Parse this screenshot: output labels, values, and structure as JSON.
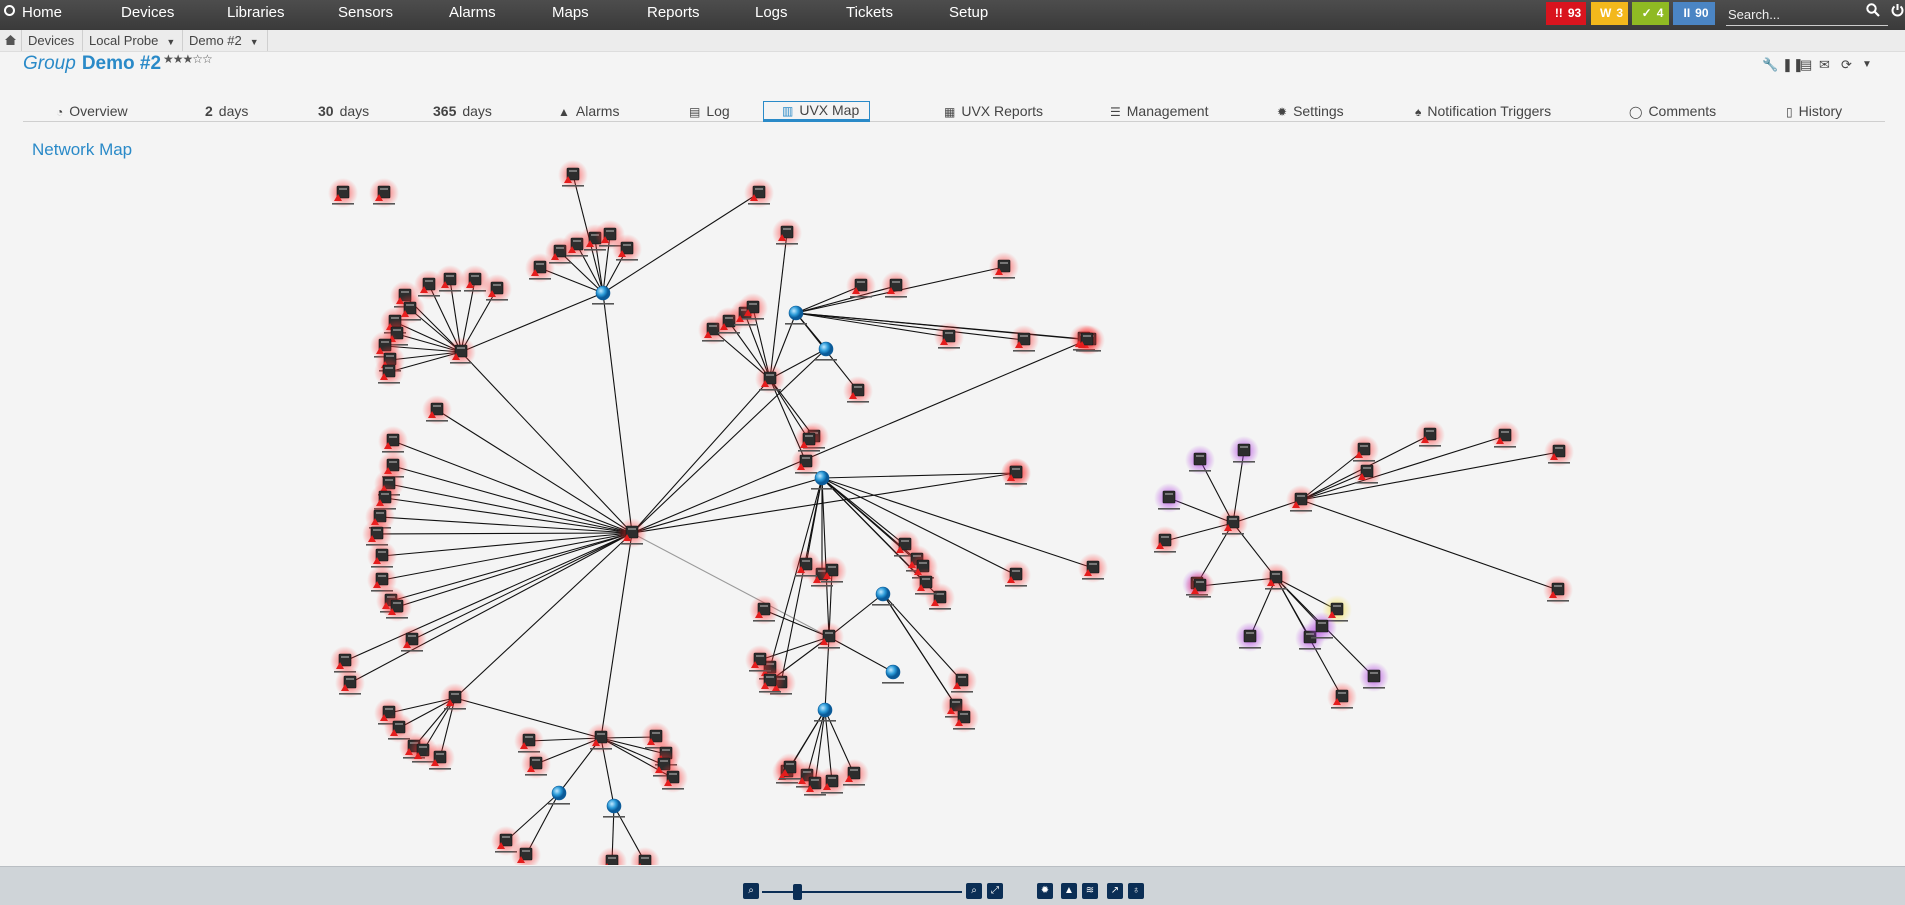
{
  "nav": {
    "items": [
      "Home",
      "Devices",
      "Libraries",
      "Sensors",
      "Alarms",
      "Maps",
      "Reports",
      "Logs",
      "Tickets",
      "Setup"
    ],
    "badges": [
      {
        "glyph": "!!",
        "value": "93",
        "color": "#d9141e"
      },
      {
        "glyph": "W",
        "value": "3",
        "color": "#f3b81c"
      },
      {
        "glyph": "✓",
        "value": "4",
        "color": "#8fba23"
      },
      {
        "glyph": "II",
        "value": "90",
        "color": "#4b85c4"
      }
    ],
    "search_placeholder": "Search..."
  },
  "breadcrumb": {
    "items": [
      "Devices",
      "Local Probe",
      "Demo #2"
    ]
  },
  "title": {
    "kind": "Group",
    "name": "Demo #2",
    "stars": "★★★☆☆"
  },
  "tabs": [
    {
      "num": "",
      "label": "Overview",
      "icon": "◔"
    },
    {
      "num": "2",
      "label": "days",
      "icon": ""
    },
    {
      "num": "30",
      "label": "days",
      "icon": ""
    },
    {
      "num": "365",
      "label": "days",
      "icon": ""
    },
    {
      "num": "",
      "label": "Alarms",
      "icon": "▲"
    },
    {
      "num": "",
      "label": "Log",
      "icon": "▤"
    },
    {
      "num": "",
      "label": "UVX Map",
      "icon": "▥"
    },
    {
      "num": "",
      "label": "UVX Reports",
      "icon": "▦"
    },
    {
      "num": "",
      "label": "Management",
      "icon": "☰"
    },
    {
      "num": "",
      "label": "Settings",
      "icon": "✹"
    },
    {
      "num": "",
      "label": "Notification Triggers",
      "icon": "♠"
    },
    {
      "num": "",
      "label": "Comments",
      "icon": "◯"
    },
    {
      "num": "",
      "label": "History",
      "icon": "▯"
    }
  ],
  "map": {
    "heading": "Network Map"
  },
  "colors": {
    "accent": "#2a8ac8",
    "down": "#e02020",
    "paused": "#a040d0",
    "warning": "#f0d040",
    "link": "#111111"
  }
}
